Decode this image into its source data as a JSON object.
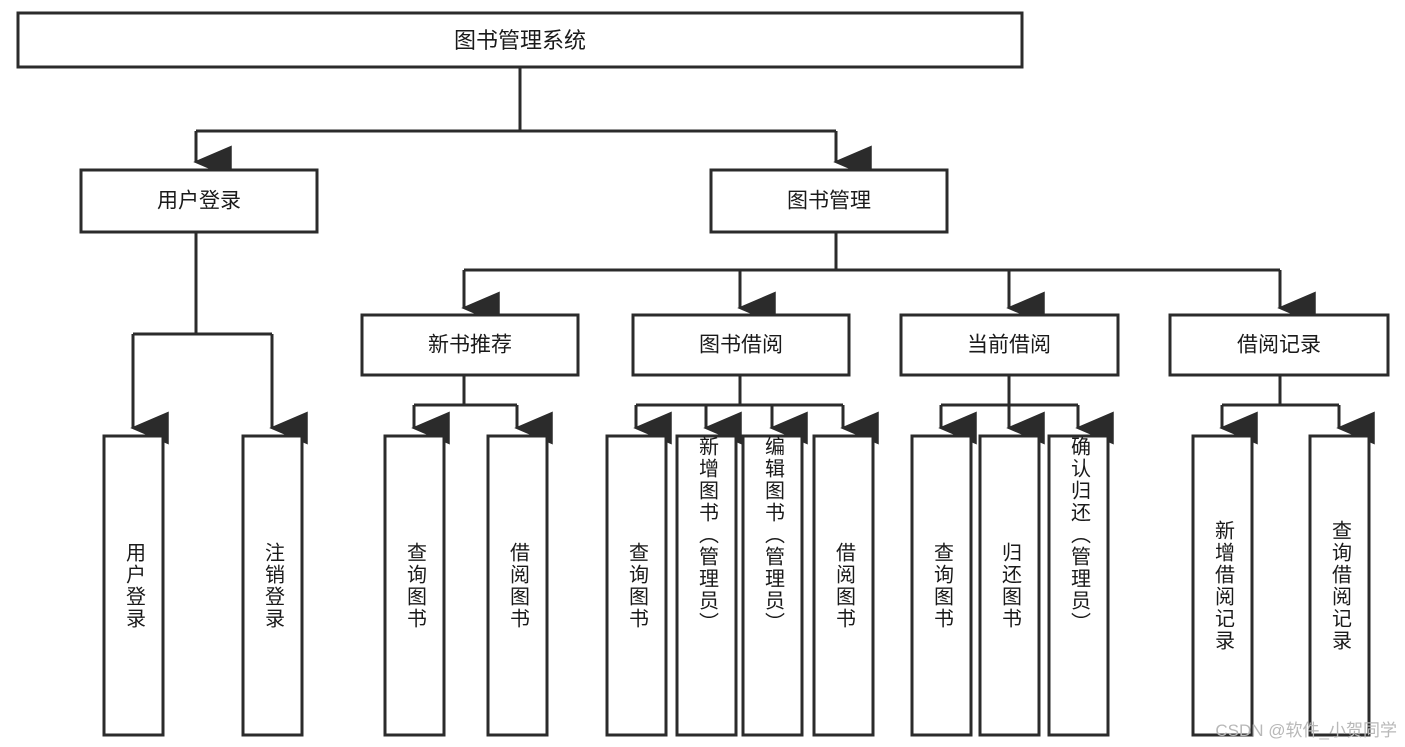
{
  "diagram": {
    "type": "tree-hierarchy",
    "title": "图书管理系统",
    "root": {
      "id": "root",
      "label": "图书管理系统"
    },
    "level2": [
      {
        "id": "user-login",
        "label": "用户登录"
      },
      {
        "id": "book-manage",
        "label": "图书管理"
      }
    ],
    "level3": [
      {
        "id": "new-book-recommend",
        "label": "新书推荐",
        "parent": "book-manage"
      },
      {
        "id": "book-borrow",
        "label": "图书借阅",
        "parent": "book-manage"
      },
      {
        "id": "current-borrow",
        "label": "当前借阅",
        "parent": "book-manage"
      },
      {
        "id": "borrow-record",
        "label": "借阅记录",
        "parent": "book-manage"
      }
    ],
    "leaves": [
      {
        "id": "leaf-user-login",
        "label": "用户登录",
        "parent": "user-login"
      },
      {
        "id": "leaf-logout-login",
        "label": "注销登录",
        "parent": "user-login"
      },
      {
        "id": "leaf-query-book-1",
        "label": "查询图书",
        "parent": "new-book-recommend"
      },
      {
        "id": "leaf-borrow-book-1",
        "label": "借阅图书",
        "parent": "new-book-recommend"
      },
      {
        "id": "leaf-query-book-2",
        "label": "查询图书",
        "parent": "book-borrow"
      },
      {
        "id": "leaf-add-book",
        "label": "新增图书（管理员）",
        "parent": "book-borrow"
      },
      {
        "id": "leaf-edit-book",
        "label": "编辑图书（管理员）",
        "parent": "book-borrow"
      },
      {
        "id": "leaf-borrow-book-2",
        "label": "借阅图书",
        "parent": "book-borrow"
      },
      {
        "id": "leaf-query-book-3",
        "label": "查询图书",
        "parent": "current-borrow"
      },
      {
        "id": "leaf-return-book",
        "label": "归还图书",
        "parent": "current-borrow"
      },
      {
        "id": "leaf-confirm-return",
        "label": "确认归还（管理员）",
        "parent": "current-borrow"
      },
      {
        "id": "leaf-add-record",
        "label": "新增借阅记录",
        "parent": "borrow-record"
      },
      {
        "id": "leaf-query-record",
        "label": "查询借阅记录",
        "parent": "borrow-record"
      }
    ],
    "colors": {
      "stroke": "#2b2b2b",
      "fill": "#ffffff",
      "text": "#1a1a1a",
      "watermark": "#b8b8b8"
    }
  },
  "watermark": {
    "text": "CSDN @软件_小贺同学"
  }
}
